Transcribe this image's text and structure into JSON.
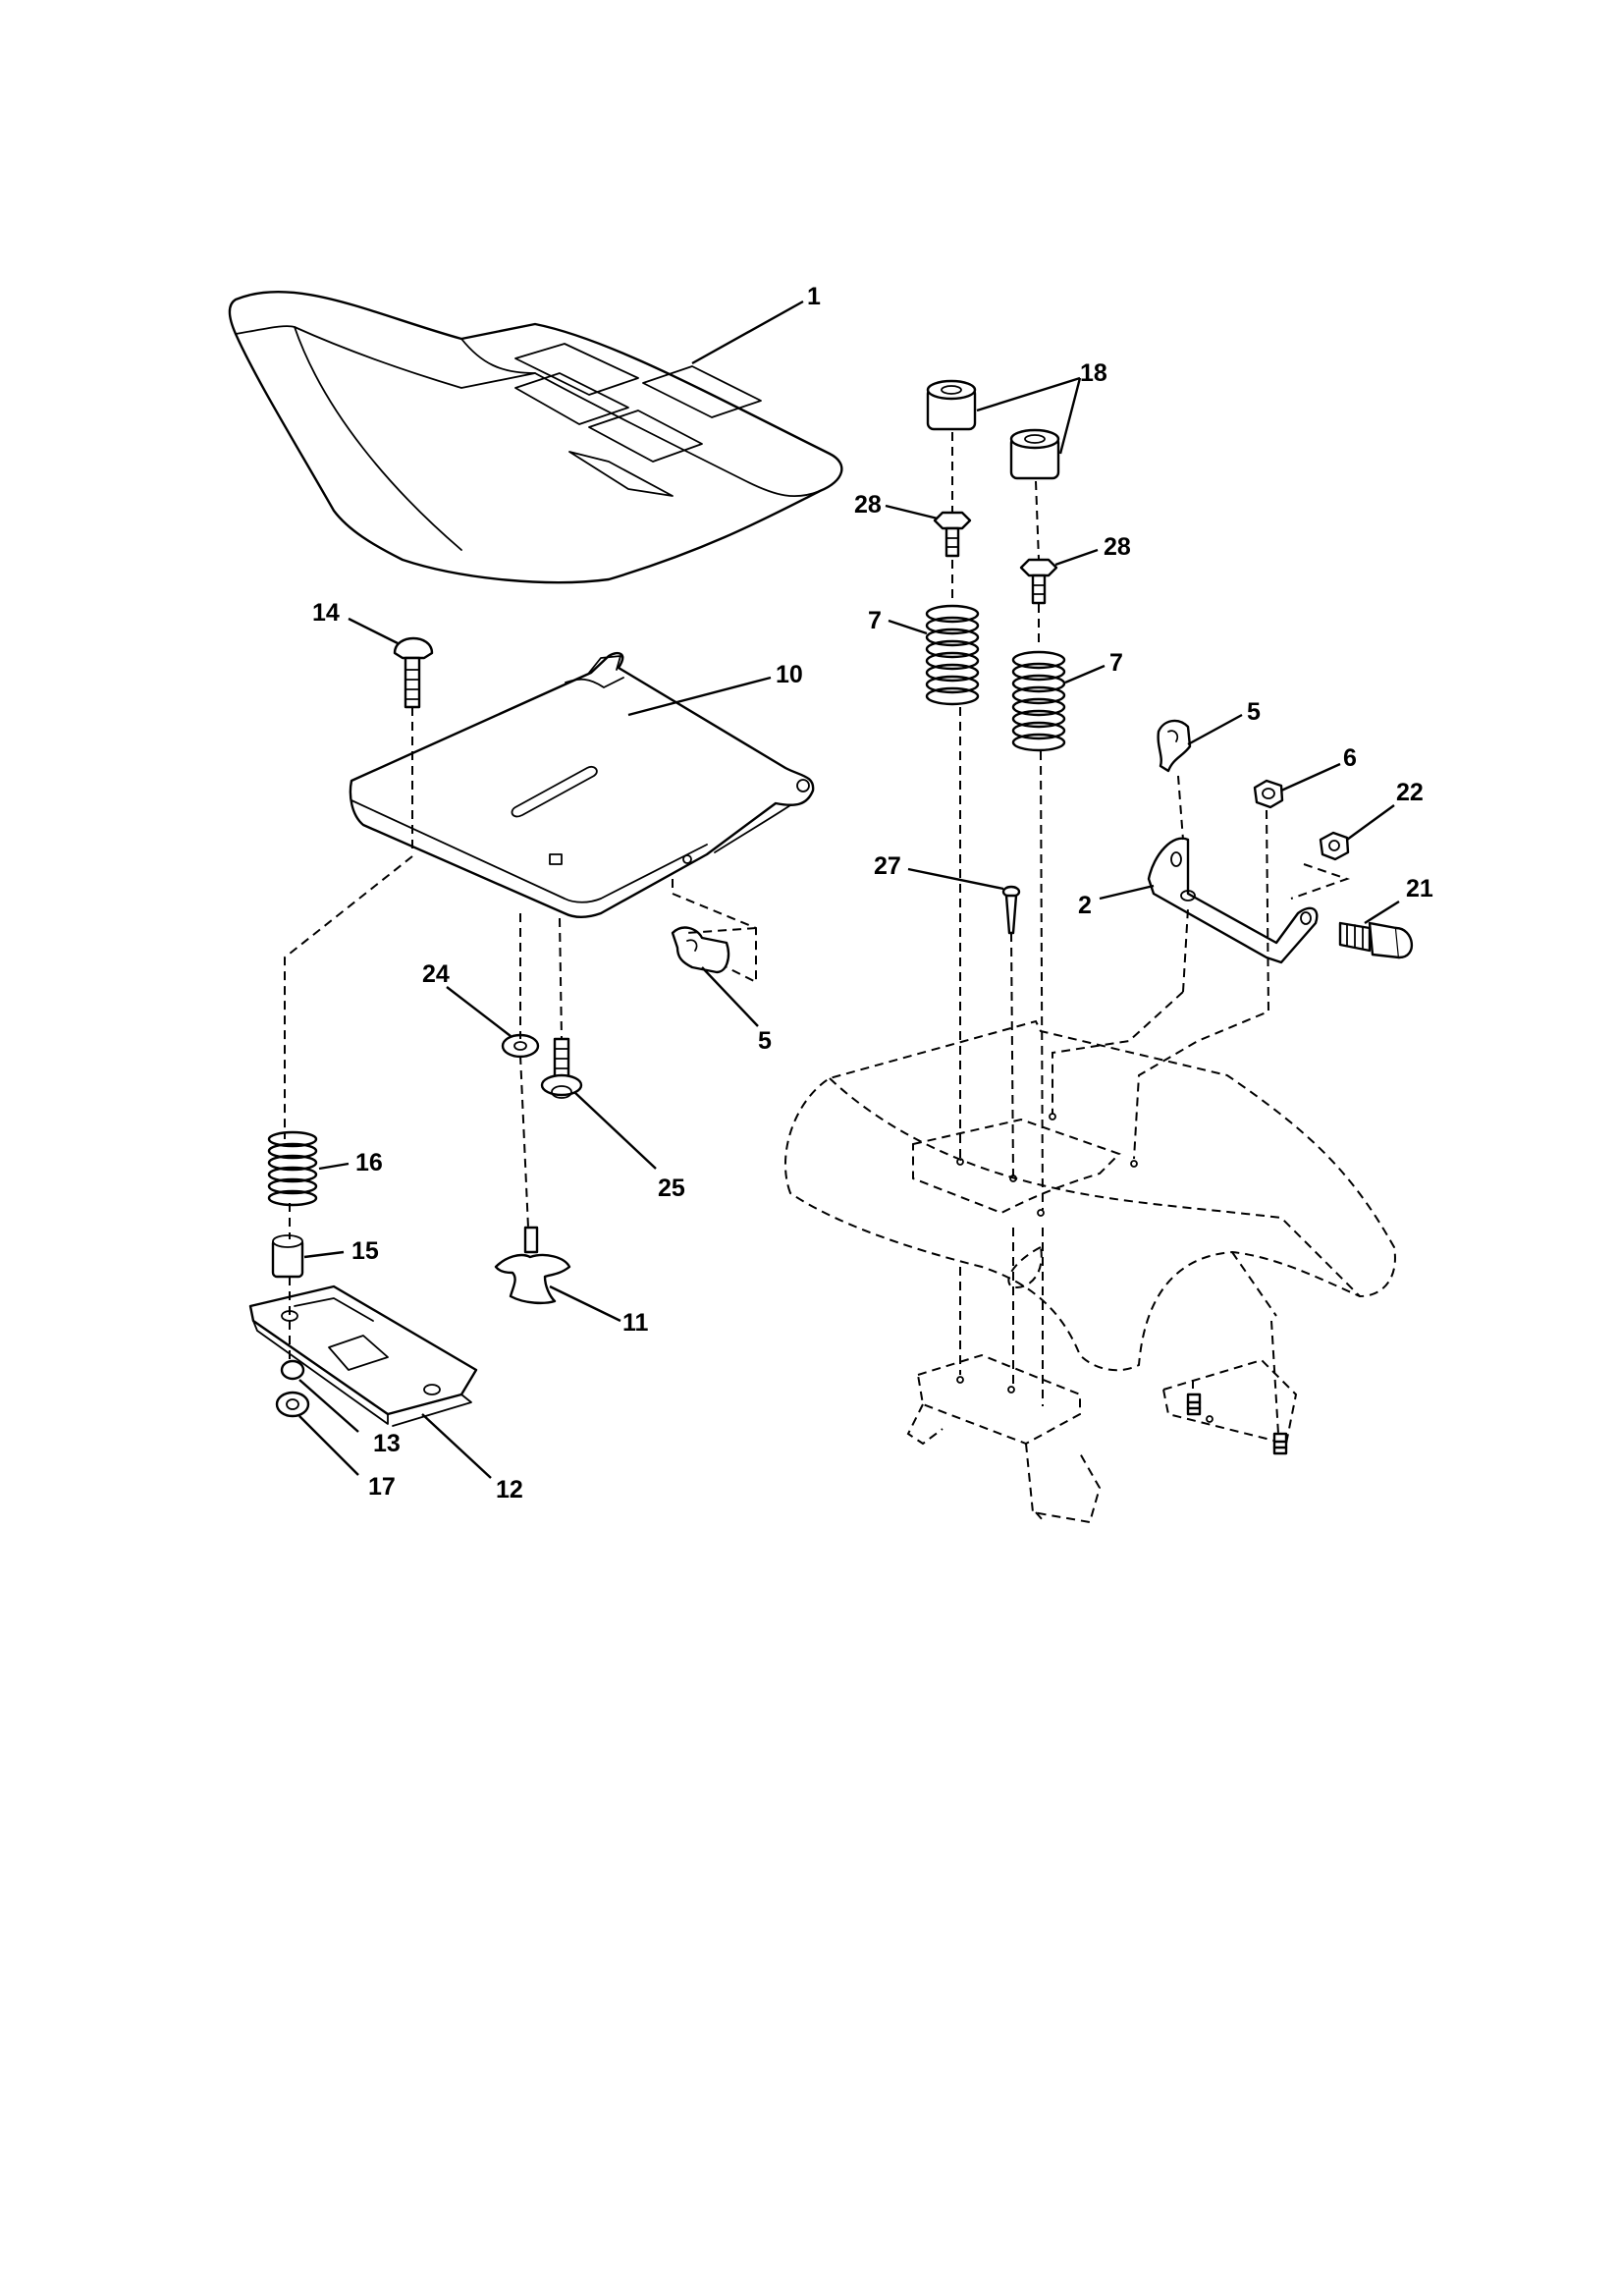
{
  "labels": {
    "seat": "1",
    "bracket": "2",
    "clip_upper": "5",
    "clip_lower": "5",
    "nut_6": "6",
    "spring_7_left": "7",
    "spring_7_right": "7",
    "seat_pan": "10",
    "knob": "11",
    "slide_plate": "12",
    "nut_13": "13",
    "carriage_bolt": "14",
    "spacer": "15",
    "spring_16": "16",
    "nut_17": "17",
    "bushings": "18",
    "bolt_21": "21",
    "nut_22": "22",
    "washer": "24",
    "screw_25": "25",
    "pin_27": "27",
    "screw_28_left": "28",
    "screw_28_right": "28"
  }
}
